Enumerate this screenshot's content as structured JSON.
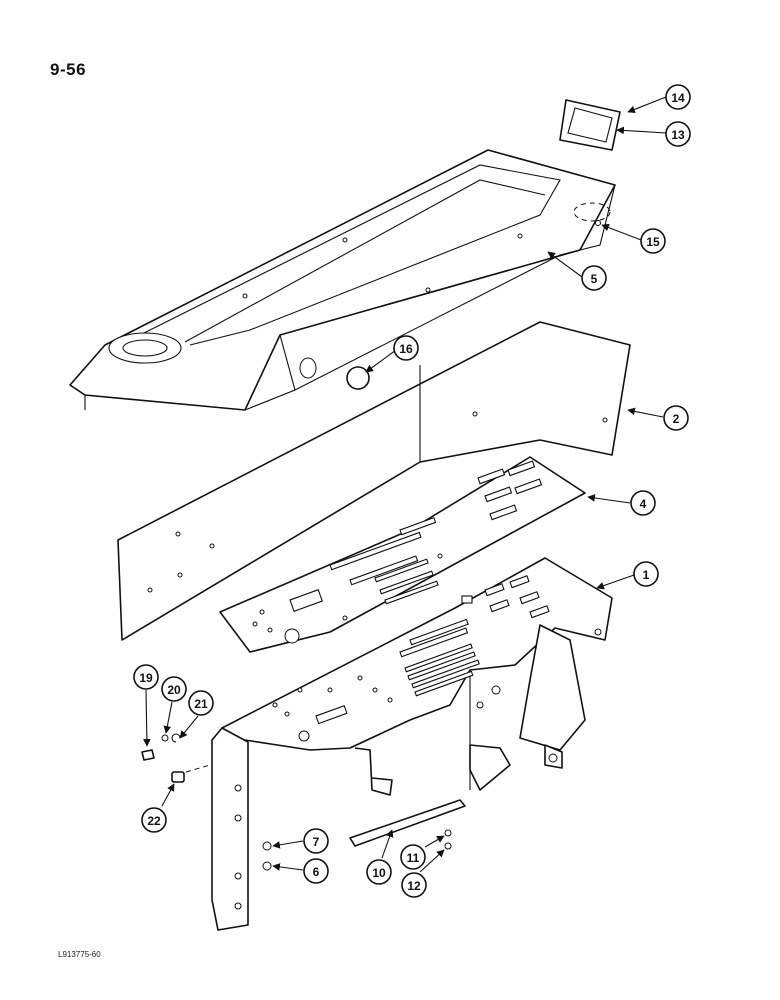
{
  "page": {
    "number": "9-56",
    "figure_code": "L913775-60"
  },
  "callouts": [
    "1",
    "2",
    "4",
    "5",
    "6",
    "7",
    "10",
    "11",
    "12",
    "13",
    "14",
    "15",
    "16",
    "19",
    "20",
    "21",
    "22"
  ],
  "colors": {
    "ink": "#111111",
    "paper": "#ffffff"
  }
}
